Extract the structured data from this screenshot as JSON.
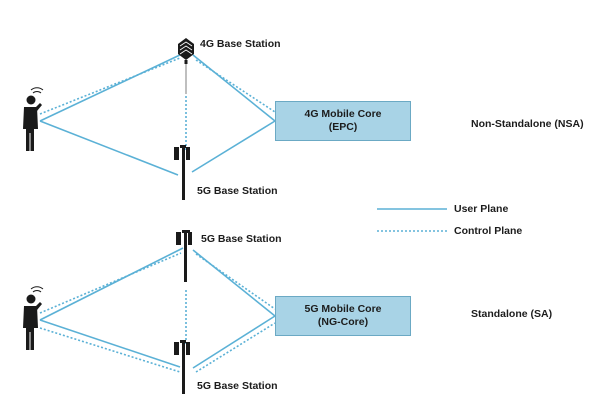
{
  "colors": {
    "line": "#5bb1d6",
    "core_fill": "#a8d3e6",
    "core_border": "#6ba9c4",
    "icon": "#1a1a1a"
  },
  "nsa": {
    "base_station_4g": "4G Base Station",
    "base_station_5g": "5G Base Station",
    "core_line1": "4G Mobile Core",
    "core_line2": "(EPC)",
    "mode_label": "Non-Standalone (NSA)"
  },
  "sa": {
    "base_station_5g_top": "5G Base Station",
    "base_station_5g_bottom": "5G Base Station",
    "core_line1": "5G Mobile Core",
    "core_line2": "(NG-Core)",
    "mode_label": "Standalone (SA)"
  },
  "legend": {
    "user_plane": "User Plane",
    "control_plane": "Control Plane"
  },
  "icons": {
    "user": "person-with-phone-icon",
    "tower_4g": "4g-base-station-icon",
    "tower_5g": "5g-base-station-icon"
  }
}
